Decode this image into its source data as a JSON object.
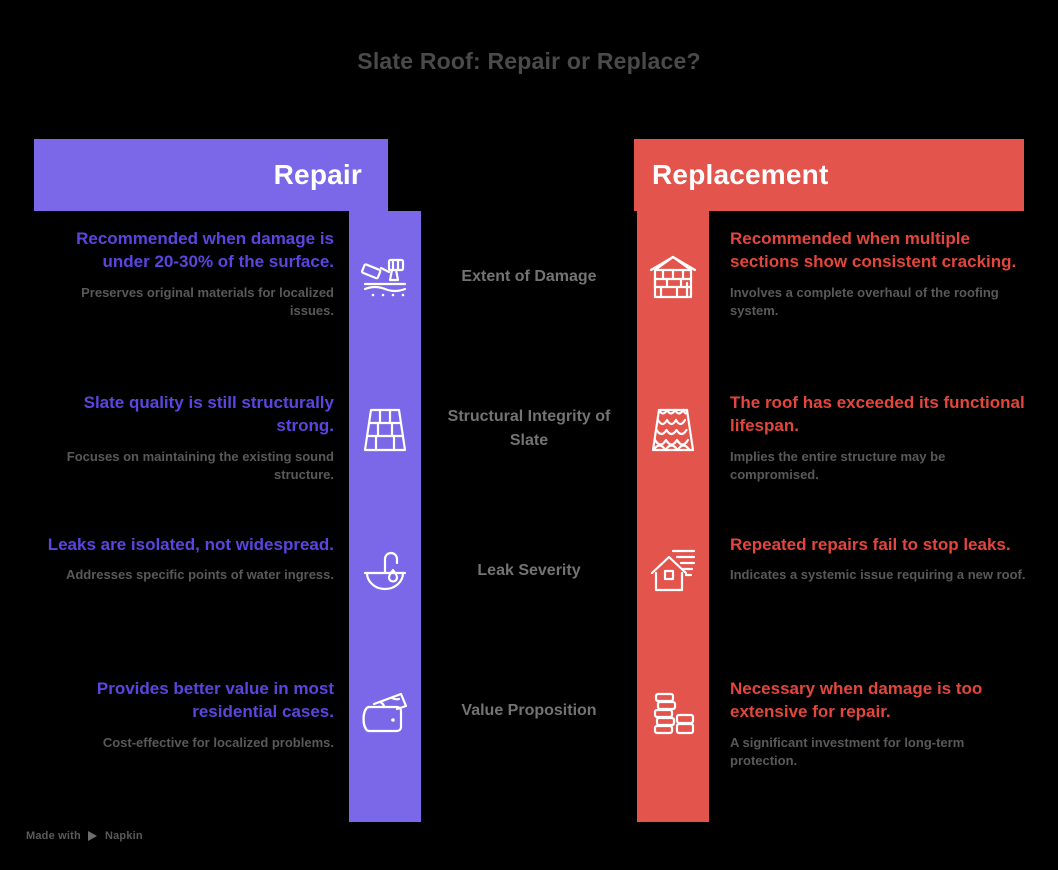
{
  "title": "Slate Roof: Repair or Replace?",
  "columns": {
    "left": {
      "label": "Repair",
      "color": "#7b68e8"
    },
    "right": {
      "label": "Replacement",
      "color": "#e2544c"
    }
  },
  "rows": [
    {
      "center_label": "Extent of Damage",
      "left": {
        "headline": "Recommended when damage is under 20-30% of the surface.",
        "subtext": "Preserves original materials for localized issues.",
        "icon": "hammer-surface-icon"
      },
      "right": {
        "headline": "Recommended when multiple sections show consistent cracking.",
        "subtext": "Involves a complete overhaul of the roofing system.",
        "icon": "cracked-house-icon"
      }
    },
    {
      "center_label": "Structural Integrity of Slate",
      "left": {
        "headline": "Slate quality is still structurally strong.",
        "subtext": "Focuses on maintaining the existing sound structure.",
        "icon": "slate-tiles-icon"
      },
      "right": {
        "headline": "The roof has exceeded its functional lifespan.",
        "subtext": "Implies the entire structure may be compromised.",
        "icon": "scalloped-shingles-icon"
      }
    },
    {
      "center_label": "Leak Severity",
      "left": {
        "headline": "Leaks are isolated, not widespread.",
        "subtext": "Addresses specific points of water ingress.",
        "icon": "faucet-drip-icon"
      },
      "right": {
        "headline": "Repeated repairs fail to stop leaks.",
        "subtext": "Indicates a systemic issue requiring a new roof.",
        "icon": "house-storm-icon"
      }
    },
    {
      "center_label": "Value Proposition",
      "left": {
        "headline": "Provides better value in most residential cases.",
        "subtext": "Cost-effective for localized problems.",
        "icon": "wallet-cash-icon"
      },
      "right": {
        "headline": "Necessary when damage is too extensive for repair.",
        "subtext": "A significant investment for long-term protection.",
        "icon": "coin-stacks-icon"
      }
    }
  ],
  "watermark": {
    "text": "Made with",
    "brand": "Napkin"
  },
  "theme": {
    "background": "#000000",
    "title_color": "#4a4a4a",
    "headline_left_color": "#5b45e0",
    "headline_right_color": "#e2463c",
    "subtext_color": "#595959",
    "center_label_color": "#737373"
  }
}
